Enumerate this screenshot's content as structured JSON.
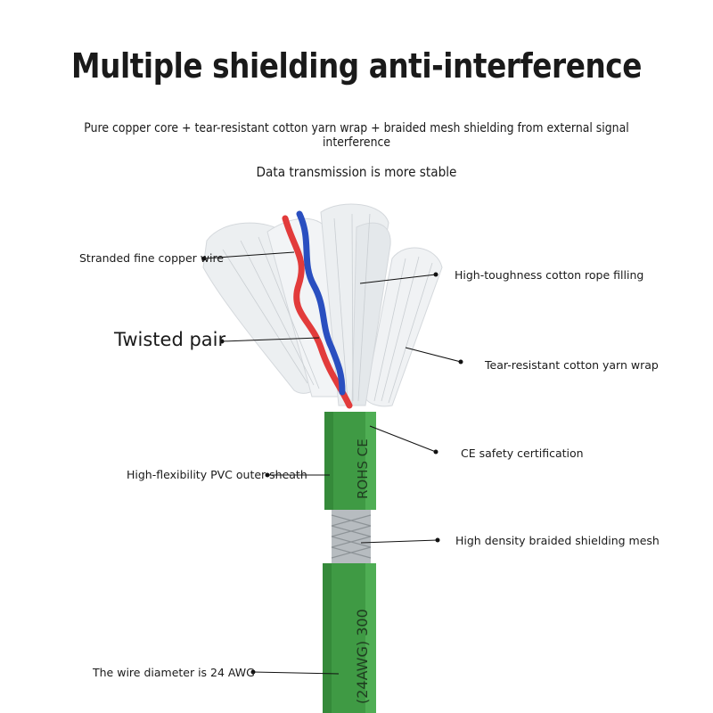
{
  "title": "Multiple shielding anti-interference",
  "subtitle": "Pure copper core + tear-resistant cotton yarn wrap + braided mesh shielding from external signal interference",
  "subtitle2": "Data transmission is more stable",
  "labels": {
    "stranded_copper": "Stranded fine copper wire",
    "twisted_pair": "Twisted pair",
    "pvc_sheath": "High-flexibility PVC outer sheath",
    "wire_diameter": "The wire diameter is 24 AWG",
    "cotton_rope": "High-toughness cotton rope filling",
    "cotton_wrap": "Tear-resistant cotton yarn wrap",
    "ce_cert": "CE safety certification",
    "braided_mesh": "High density braided shielding mesh"
  },
  "cable_print": {
    "top_sleeve": "ROHS CE",
    "bottom_sleeve": "(24AWG) 300"
  },
  "colors": {
    "sheath_green": "#3f9a44",
    "wire_red": "#e23b3b",
    "wire_blue": "#2a4fc0",
    "cotton": "#e9ecef"
  }
}
